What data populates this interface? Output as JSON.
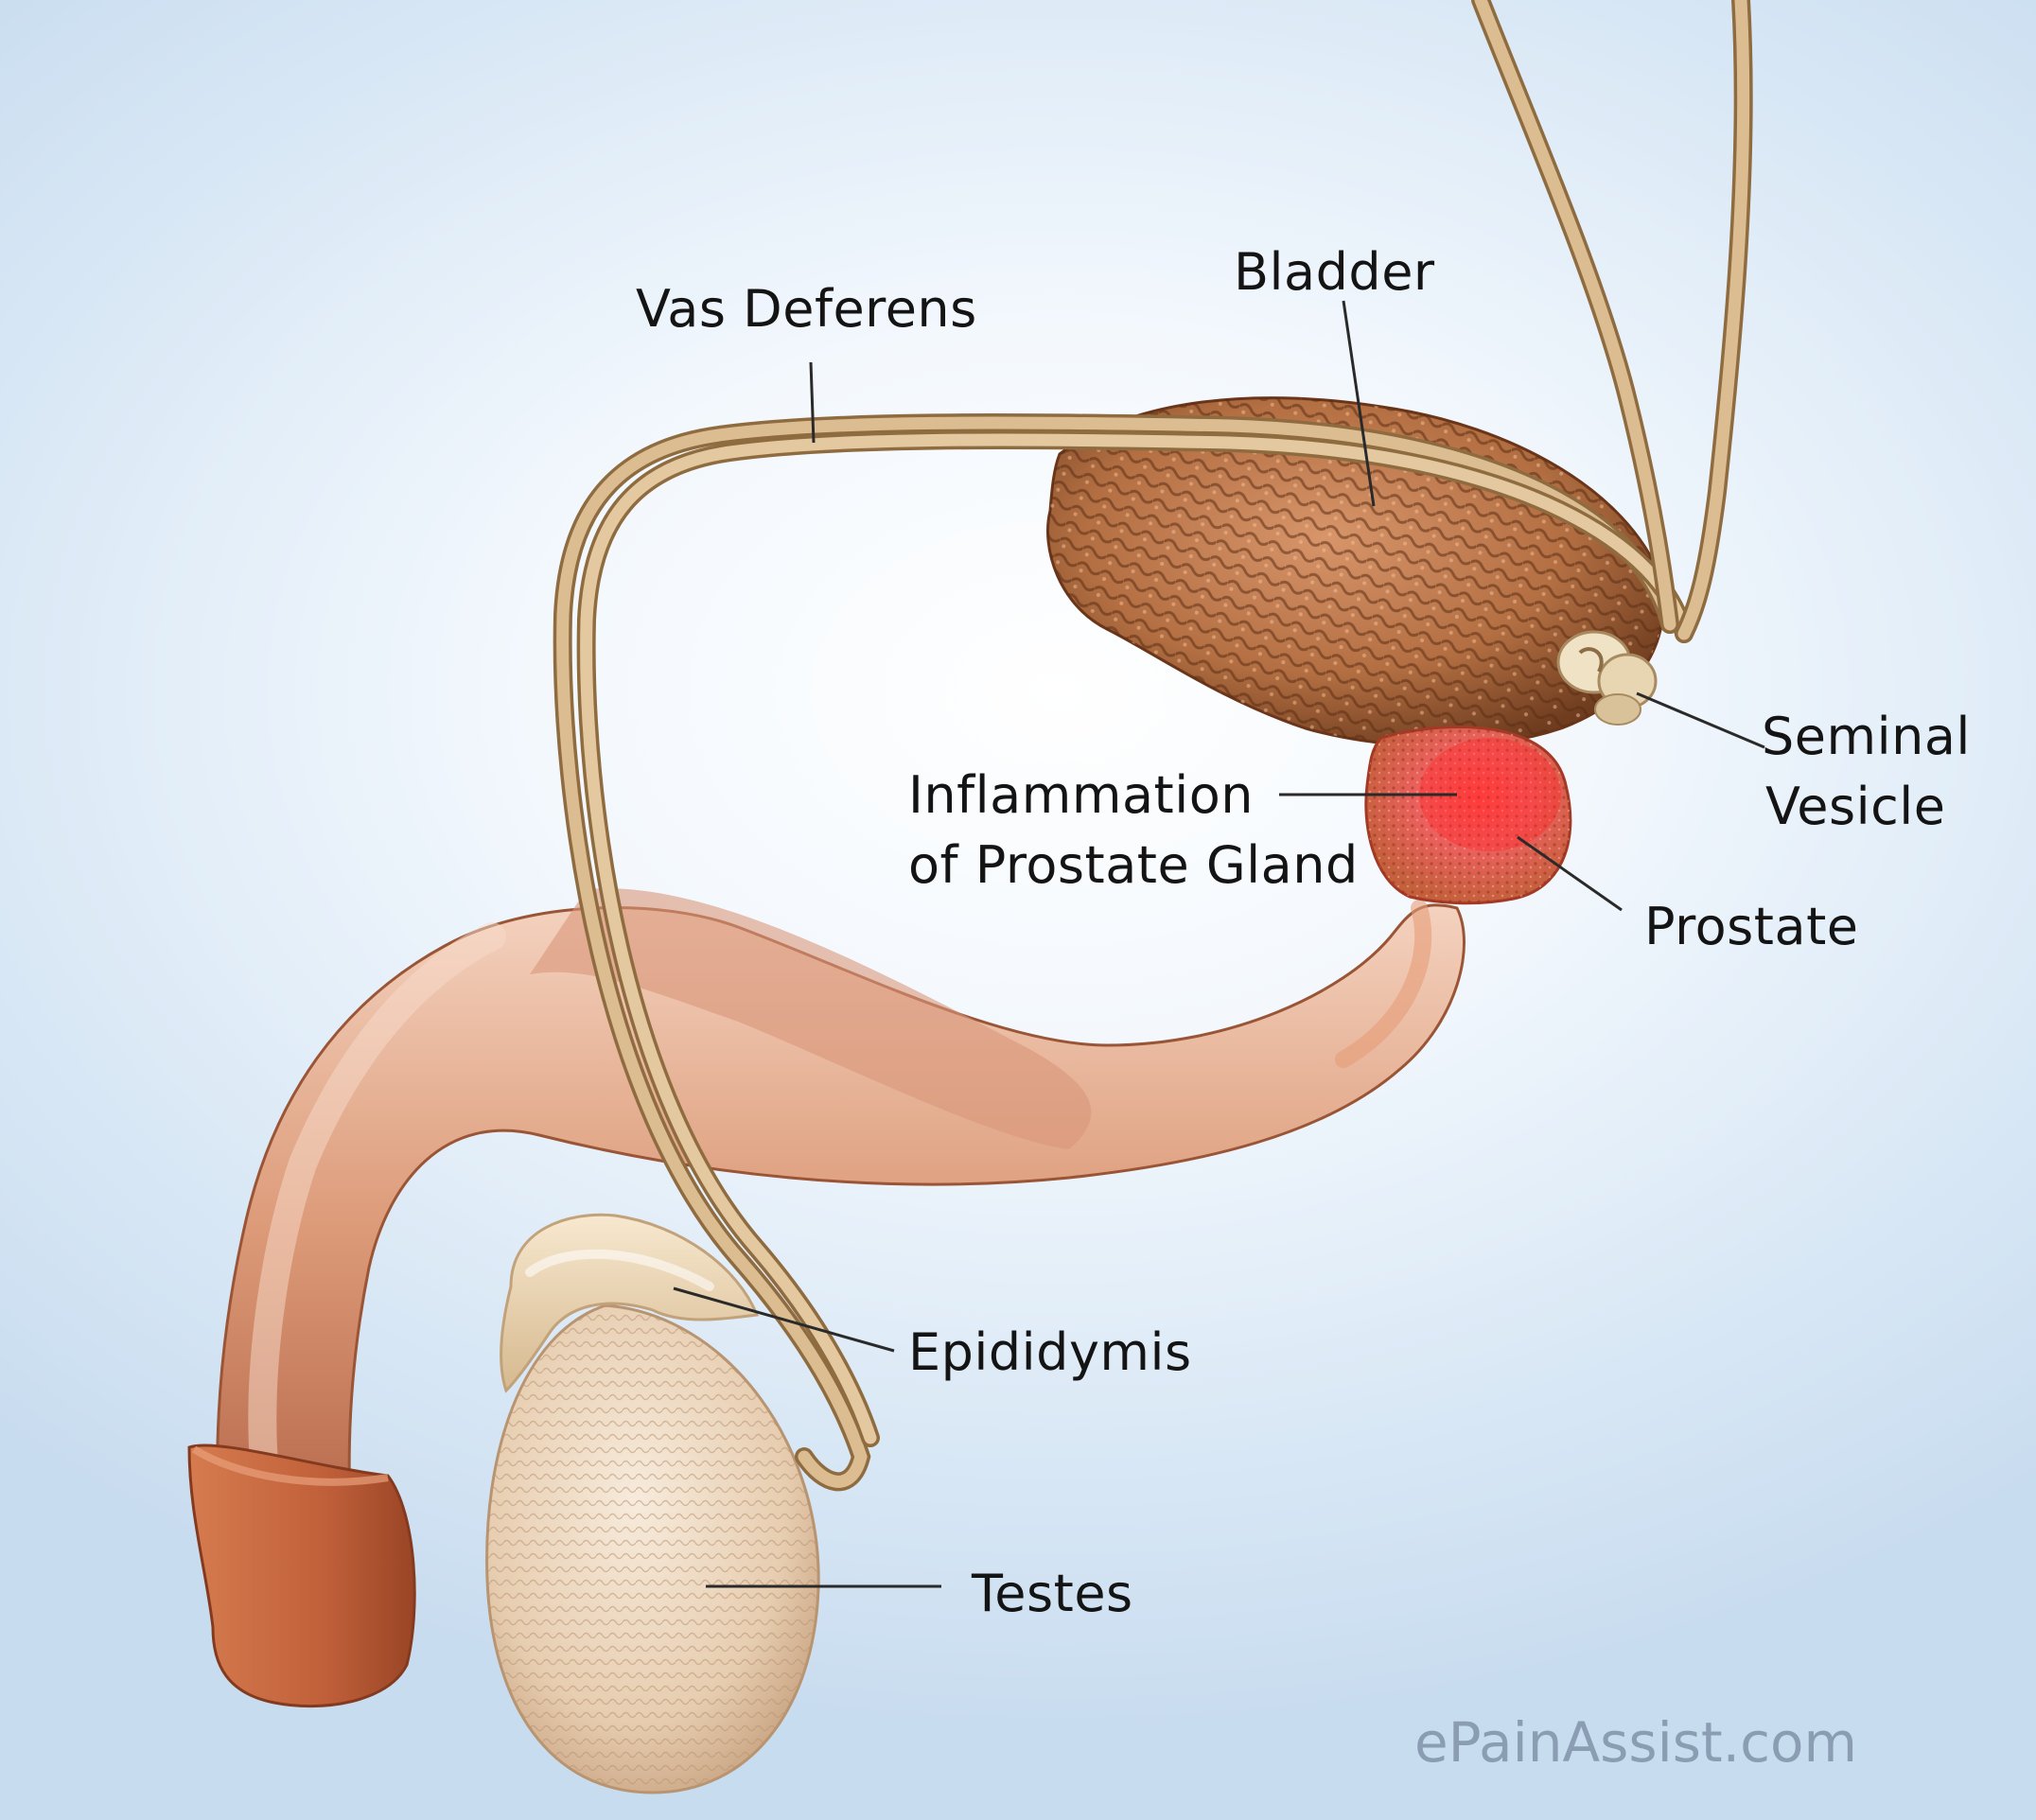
{
  "labels": {
    "vas_deferens": "Vas Deferens",
    "bladder": "Bladder",
    "seminal_line1": "Seminal",
    "seminal_line2": "Vesicle",
    "inflammation_line1": "Inflammation",
    "inflammation_line2": "of Prostate Gland",
    "prostate": "Prostate",
    "epididymis": "Epididymis",
    "testes": "Testes"
  },
  "watermark": "ePainAssist.com",
  "colors": {
    "background": "#dbe9f6",
    "vas_deferens": "#d9b98e",
    "bladder": "#b8764a",
    "prostate_inflamed": "#ee3b3b",
    "penis": "#d58c66",
    "glans": "#c9683f",
    "testis": "#eedcc4",
    "epididymis": "#f0dcb8",
    "leader_line": "#2a2a2a"
  }
}
